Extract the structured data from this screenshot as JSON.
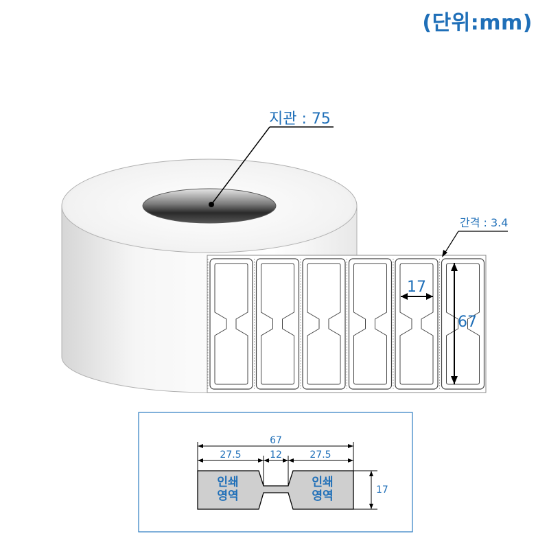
{
  "unit_label": "(단위:mm)",
  "core_label": "지관 : 75",
  "gap_label": "간격 : 3.4",
  "label_width": "17",
  "label_height": "67",
  "label_count": 6,
  "detail": {
    "total_width": "67",
    "left_width": "27.5",
    "middle_width": "12",
    "right_width": "27.5",
    "height": "17",
    "print_area_line1": "인쇄",
    "print_area_line2": "영역"
  },
  "colors": {
    "accent": "#1f6fb8",
    "print_area_fill": "#cfcfcf",
    "frame_border": "#2c7cc0"
  }
}
